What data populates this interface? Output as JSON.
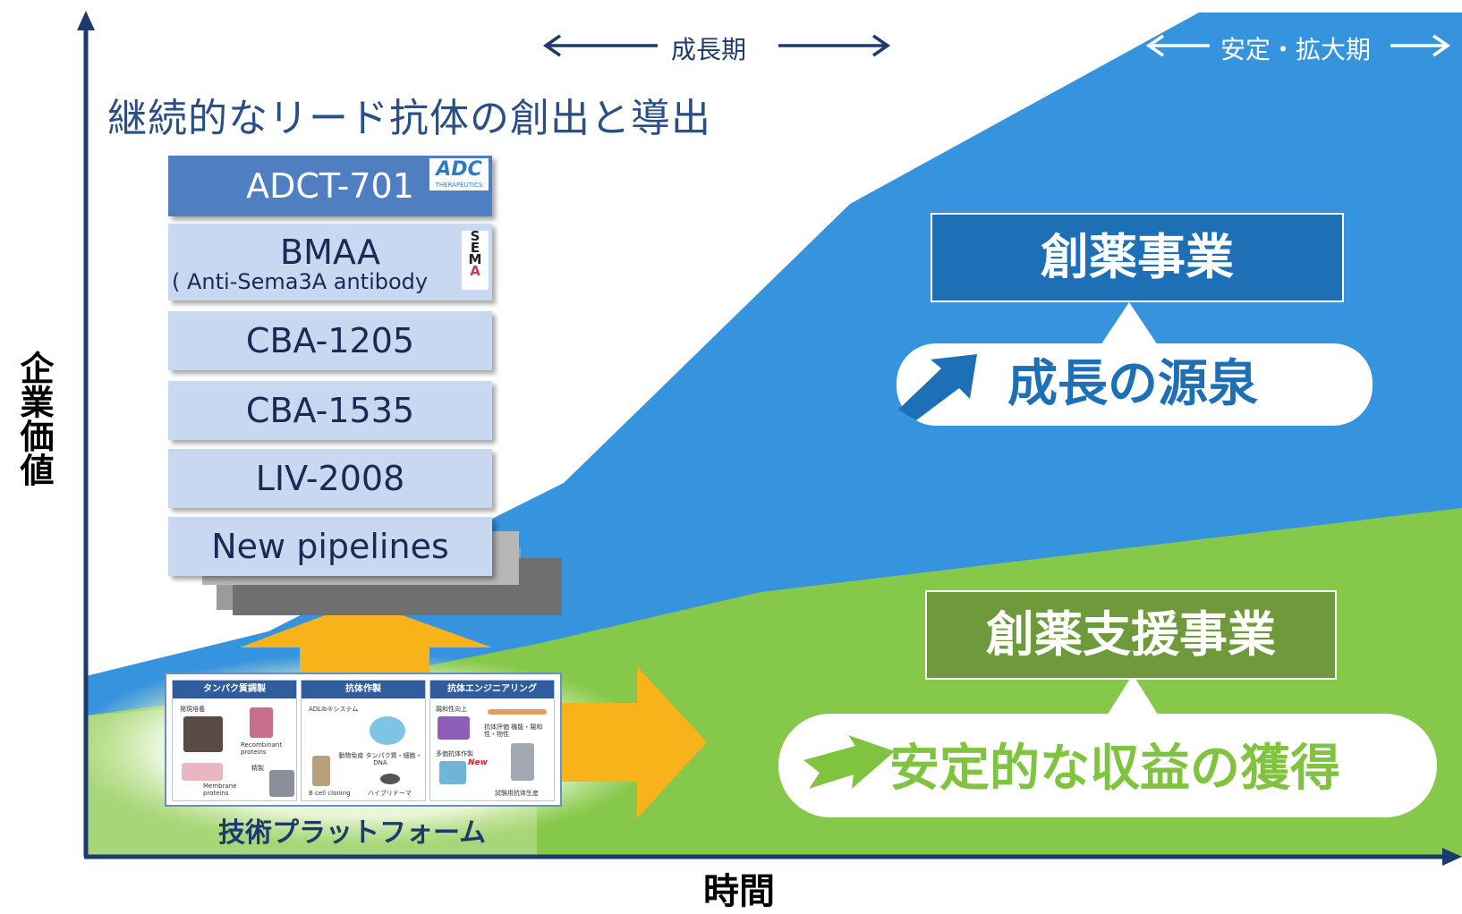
{
  "phases": {
    "growth": "成長期",
    "stable": "安定・拡大期"
  },
  "title": "継続的なリード抗体の創出と導出",
  "pipelines": [
    {
      "name": "ADCT-701",
      "partner_logo": "ADC",
      "partner_logo_sub": "THERAPEUTICS"
    },
    {
      "name": "BMAA",
      "sub": "( Anti-Sema3A antibody",
      "partner_logo": "SEMA"
    },
    {
      "name": "CBA-1205"
    },
    {
      "name": "CBA-1535"
    },
    {
      "name": "LIV-2008"
    },
    {
      "name": "New pipelines"
    }
  ],
  "drug_discovery": {
    "label": "創薬事業",
    "caption": "成長の源泉"
  },
  "support": {
    "label": "創薬支援事業",
    "caption": "安定的な収益の獲得"
  },
  "platform": {
    "label": "技術プラットフォーム",
    "columns": [
      {
        "header": "タンパク質調製",
        "items": [
          "発現培養",
          "Recombinant proteins",
          "精製",
          "Membrane proteins"
        ]
      },
      {
        "header": "抗体作製",
        "items": [
          "ADLib®システム",
          "動物免疫 タンパク質・細胞・DNA",
          "B cell cloning",
          "ハイブリドーマ"
        ]
      },
      {
        "header": "抗体エンジニアリング",
        "items": [
          "親和性向上",
          "抗体評価 機能・親和性・物性",
          "多価抗体作製",
          "New",
          "試験用抗体生産"
        ]
      }
    ]
  },
  "axes": {
    "y": "企業価値",
    "x": "時間"
  },
  "colors": {
    "blue_area": "#3693de",
    "green_area": "#86c84a",
    "navy": "#1b3a6e",
    "arrow_orange": "#f9b31a",
    "dark_blue_box": "#1d6fb6",
    "olive_box": "#6f9a3c"
  }
}
